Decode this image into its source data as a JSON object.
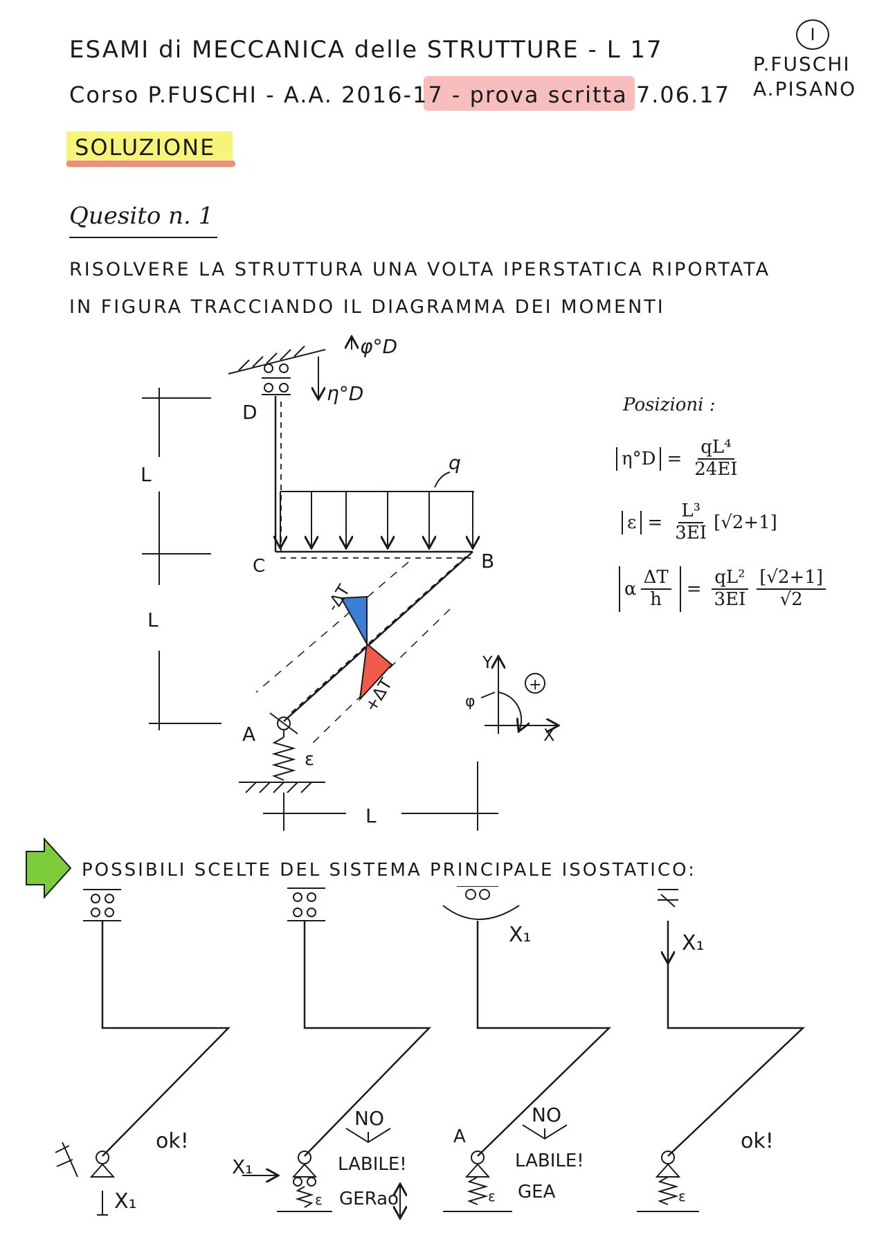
{
  "header": {
    "title": "ESAMI di MECCANICA delle STRUTTURE - L 17",
    "course": "Corso P.FUSCHI - A.A. 2016-17 - prova scritta 7.06.17",
    "sheet_number": "I",
    "authors": [
      "P.FUSCHI",
      "A.PISANO"
    ]
  },
  "solution_label": "SOLUZIONE",
  "question": {
    "title": "Quesito n. 1",
    "statement_line1": "RISOLVERE LA STRUTTURA UNA VOLTA IPERSTATICA RIPORTATA",
    "statement_line2": "IN FIGURA TRACCIANDO IL DIAGRAMMA DEI MOMENTI"
  },
  "figure": {
    "point_labels": [
      "D",
      "C",
      "B",
      "A"
    ],
    "dimension_labels": [
      "L",
      "L",
      "L"
    ],
    "load_label": "q",
    "displacement_labels": [
      "φ°D",
      "η°D"
    ],
    "spring_label": "ε",
    "thermal_labels": [
      "-ΔT",
      "+ΔT"
    ],
    "axes_labels": [
      "Y",
      "X",
      "φ",
      "+"
    ]
  },
  "positions": {
    "title": "Posizioni :",
    "f1": {
      "lhs": "η°D",
      "num": "qL⁴",
      "den": "24EI"
    },
    "f2": {
      "lhs": "ε",
      "num": "L³",
      "den": "3EI",
      "factor": "[√2+1]"
    },
    "f3": {
      "lhs_num": "ΔT",
      "lhs_pre": "α",
      "lhs_den": "h",
      "num": "qL²",
      "den": "3EI",
      "factor_num": "[√2+1]",
      "factor_den": "√2"
    }
  },
  "choices": {
    "title": "POSSIBILI SCELTE DEL SISTEMA PRINCIPALE ISOSTATICO:",
    "unknown_label": "X₁",
    "ok_label": "ok!",
    "no_label": "NO",
    "labile_label": "LABILE!",
    "reason_left": "GERao",
    "reason_right": "GEA",
    "a_label": "A",
    "spring_label": "ε"
  },
  "colors": {
    "blue_triangle": "#3b7fd6",
    "red_triangle": "#f05a4a",
    "green_arrow": "#7ccc3a",
    "highlight_yellow": "#f6f57a",
    "highlight_red": "#ef8a8a"
  }
}
